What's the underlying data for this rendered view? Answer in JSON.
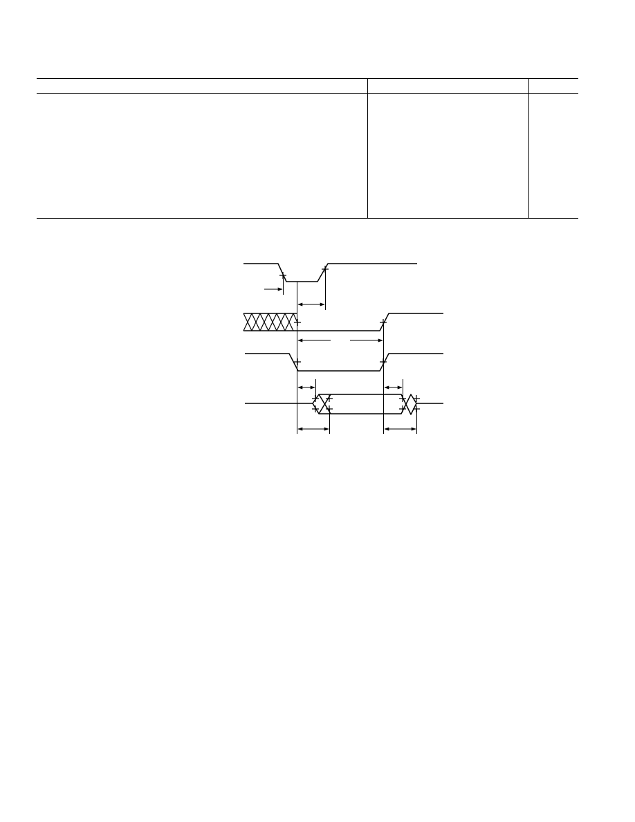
{
  "page": {
    "background": "#ffffff",
    "line_color": "#000000"
  },
  "spec_table": {
    "columns": 3,
    "rows": 1,
    "text": []
  },
  "timing_diagram": {
    "signals": [
      {
        "id": "signal-1",
        "kind": "pulse-low"
      },
      {
        "id": "signal-2",
        "kind": "bus-then-low-then-high"
      },
      {
        "id": "signal-3",
        "kind": "pulse-low"
      },
      {
        "id": "signal-4",
        "kind": "data-valid-window"
      }
    ],
    "timing_intervals": 6,
    "labels": []
  }
}
